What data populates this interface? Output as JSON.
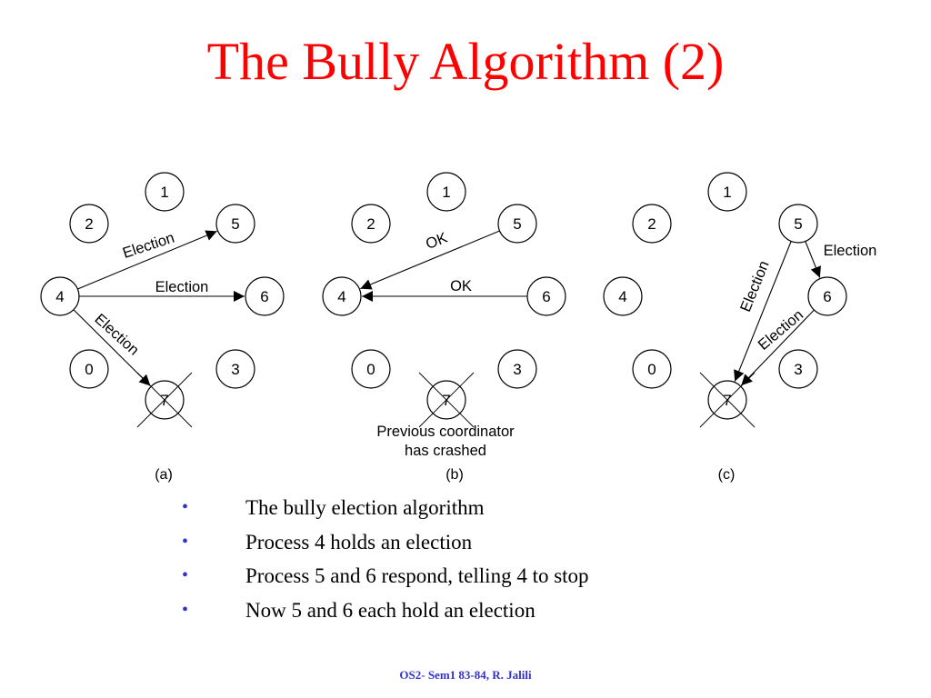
{
  "title": "The Bully Algorithm (2)",
  "diagram": {
    "panels": [
      {
        "caption": "(a)",
        "crashed_node": "7",
        "edges": [
          {
            "from": "4",
            "to": "5",
            "label": "Election"
          },
          {
            "from": "4",
            "to": "6",
            "label": "Election"
          },
          {
            "from": "4",
            "to": "7",
            "label": "Election"
          }
        ],
        "note": []
      },
      {
        "caption": "(b)",
        "crashed_node": "7",
        "edges": [
          {
            "from": "5",
            "to": "4",
            "label": "OK"
          },
          {
            "from": "6",
            "to": "4",
            "label": "OK"
          }
        ],
        "note": [
          "Previous coordinator",
          "has crashed"
        ]
      },
      {
        "caption": "(c)",
        "crashed_node": "7",
        "edges": [
          {
            "from": "5",
            "to": "6",
            "label": "Election"
          },
          {
            "from": "5",
            "to": "7",
            "label": "Election"
          },
          {
            "from": "6",
            "to": "7",
            "label": "Election"
          }
        ],
        "note": []
      }
    ],
    "node_ids": [
      "1",
      "2",
      "5",
      "4",
      "6",
      "0",
      "3",
      "7"
    ]
  },
  "bullets": [
    "The bully election algorithm",
    "Process 4 holds an election",
    "Process 5 and 6 respond, telling 4 to stop",
    "Now 5 and 6 each hold an election"
  ],
  "bullet_symbol": "•",
  "footer": "OS2- Sem1 83-84, R. Jalili",
  "colors": {
    "title": "#ff0000",
    "bullet": "#3333cc",
    "footer": "#3333cc"
  }
}
